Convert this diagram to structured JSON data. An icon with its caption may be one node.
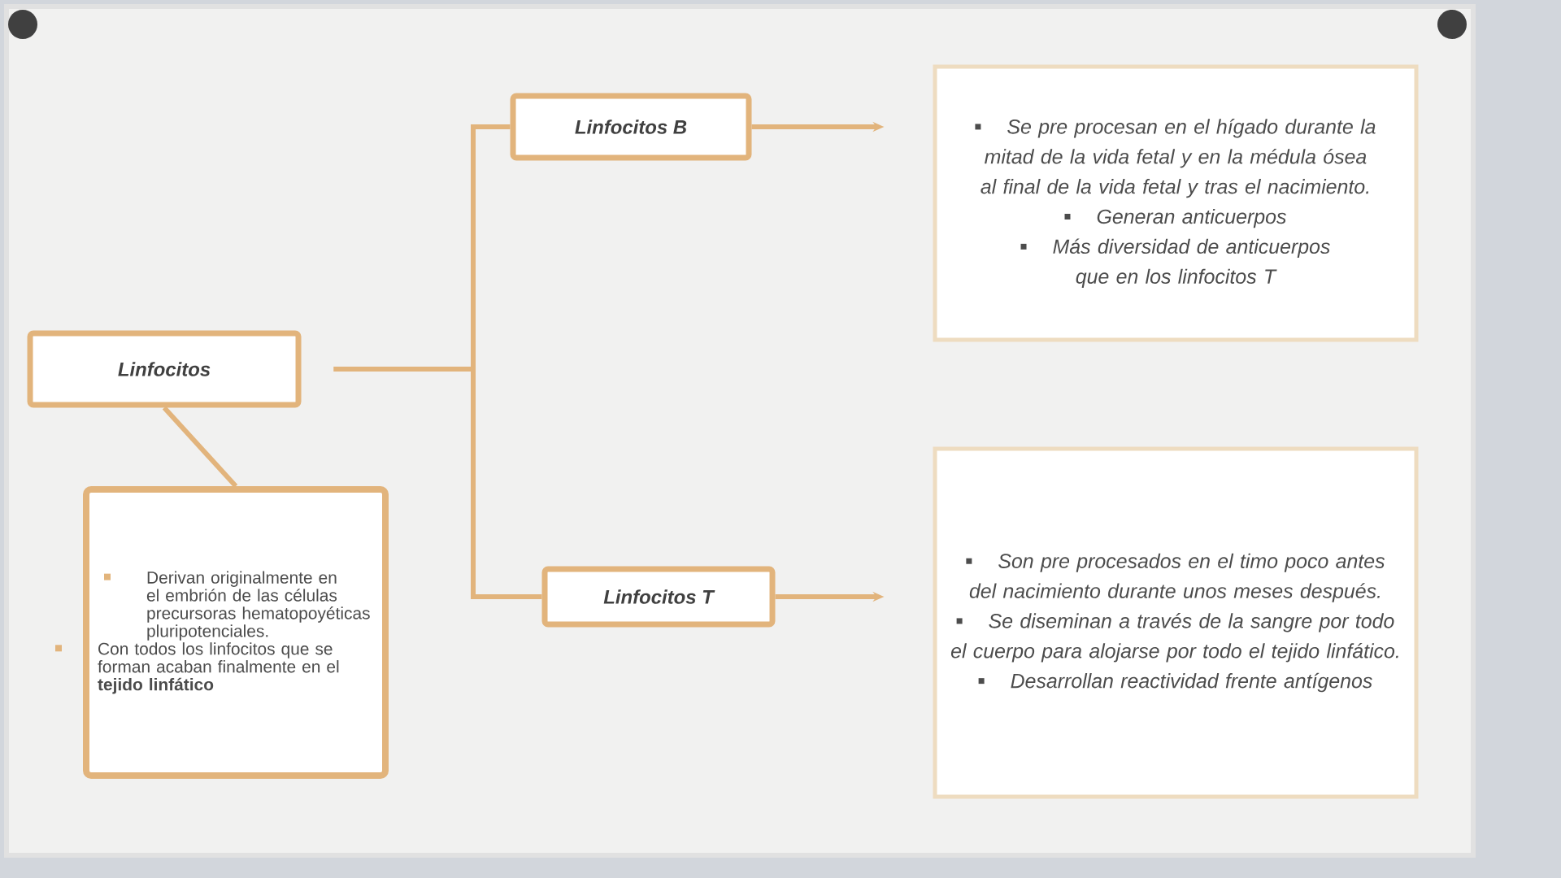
{
  "diagram": {
    "nodes": [
      {
        "text": [
          "Linfocitos"
        ]
      },
      {
        "text": [
          "Linfocitos B"
        ]
      },
      {
        "text": [
          "Se pre procesan en el hígado durante la mitad de la vida fetal y en la médula ósea al final de la vida fetal y tras el nacimiento.",
          "Generan anticuerpos",
          "Más diversidad de anticuerpos que en los linfocitos T"
        ]
      },
      {
        "text": [
          "Linfocitos T"
        ]
      },
      {
        "text": [
          "Son pre procesados en el timo poco antes del nacimiento durante unos meses después.",
          "Se diseminan a través de la sangre por todo el cuerpo para alojarse por todo el tejido linfático.",
          "Desarrollan reactividad frente antígenos"
        ]
      },
      {
        "text": [
          "Derivan originalmente en el embrión de las células precursoras hematopoyéticas pluripotenciales.",
          "Con todos los linfocitos que se forman acaban finalmente en el **tejido linfático**"
        ]
      }
    ],
    "edges": [
      {
        "from": 0,
        "to": 1,
        "arrow": "none"
      },
      {
        "from": 0,
        "to": 3,
        "arrow": "none"
      },
      {
        "from": 1,
        "to": 2,
        "arrow": "to"
      },
      {
        "from": 3,
        "to": 4,
        "arrow": "to"
      },
      {
        "from": 0,
        "to": 5,
        "arrow": "none"
      }
    ]
  }
}
